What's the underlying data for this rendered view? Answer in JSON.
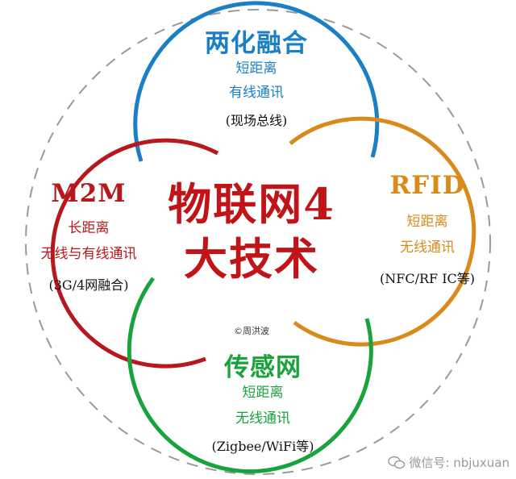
{
  "center": {
    "line1": "物联网4",
    "line2": "大技术"
  },
  "copyright": "©周洪波",
  "watermark": "微信号: nbjuxuan",
  "colors": {
    "blue": "#1a7fc4",
    "red": "#b8181d",
    "orange": "#d98a1a",
    "green": "#1aa33c",
    "dash": "#9a9a9a"
  },
  "top": {
    "title": "两化融合",
    "line1": "短距离",
    "line2": "有线通讯",
    "line3": "(现场总线)"
  },
  "left": {
    "title": "M2M",
    "line1": "长距离",
    "line2": "无线与有线通讯",
    "line3": "(3G/4网融合)"
  },
  "right": {
    "title": "RFID",
    "line1": "短距离",
    "line2": "无线通讯",
    "line3": "(NFC/RF IC等)"
  },
  "bottom": {
    "title": "传感网",
    "line1": "短距离",
    "line2": "无线通讯",
    "line3": "(Zigbee/WiFi等)"
  }
}
